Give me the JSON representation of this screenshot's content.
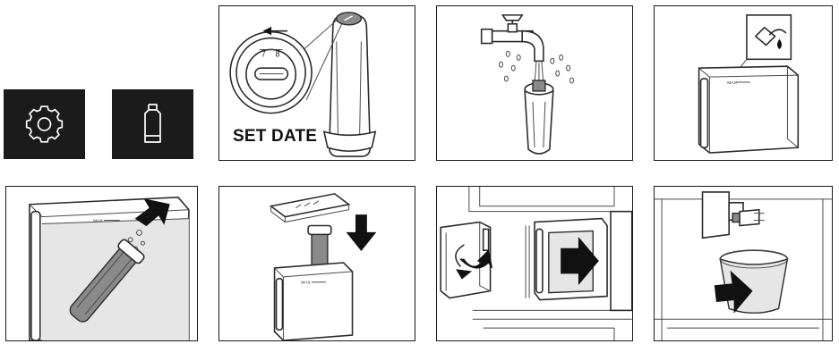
{
  "icons": {
    "settings": "gear-icon",
    "filter": "water-filter-icon"
  },
  "steps": [
    {
      "label": "SET DATE",
      "dial_numbers": [
        "7",
        "8"
      ]
    },
    {},
    {},
    {
      "level_mark": "MAX"
    },
    {},
    {},
    {}
  ],
  "colors": {
    "icon_background": "#1b1b1b",
    "icon_stroke": "#ffffff",
    "arrow": "#111111"
  }
}
